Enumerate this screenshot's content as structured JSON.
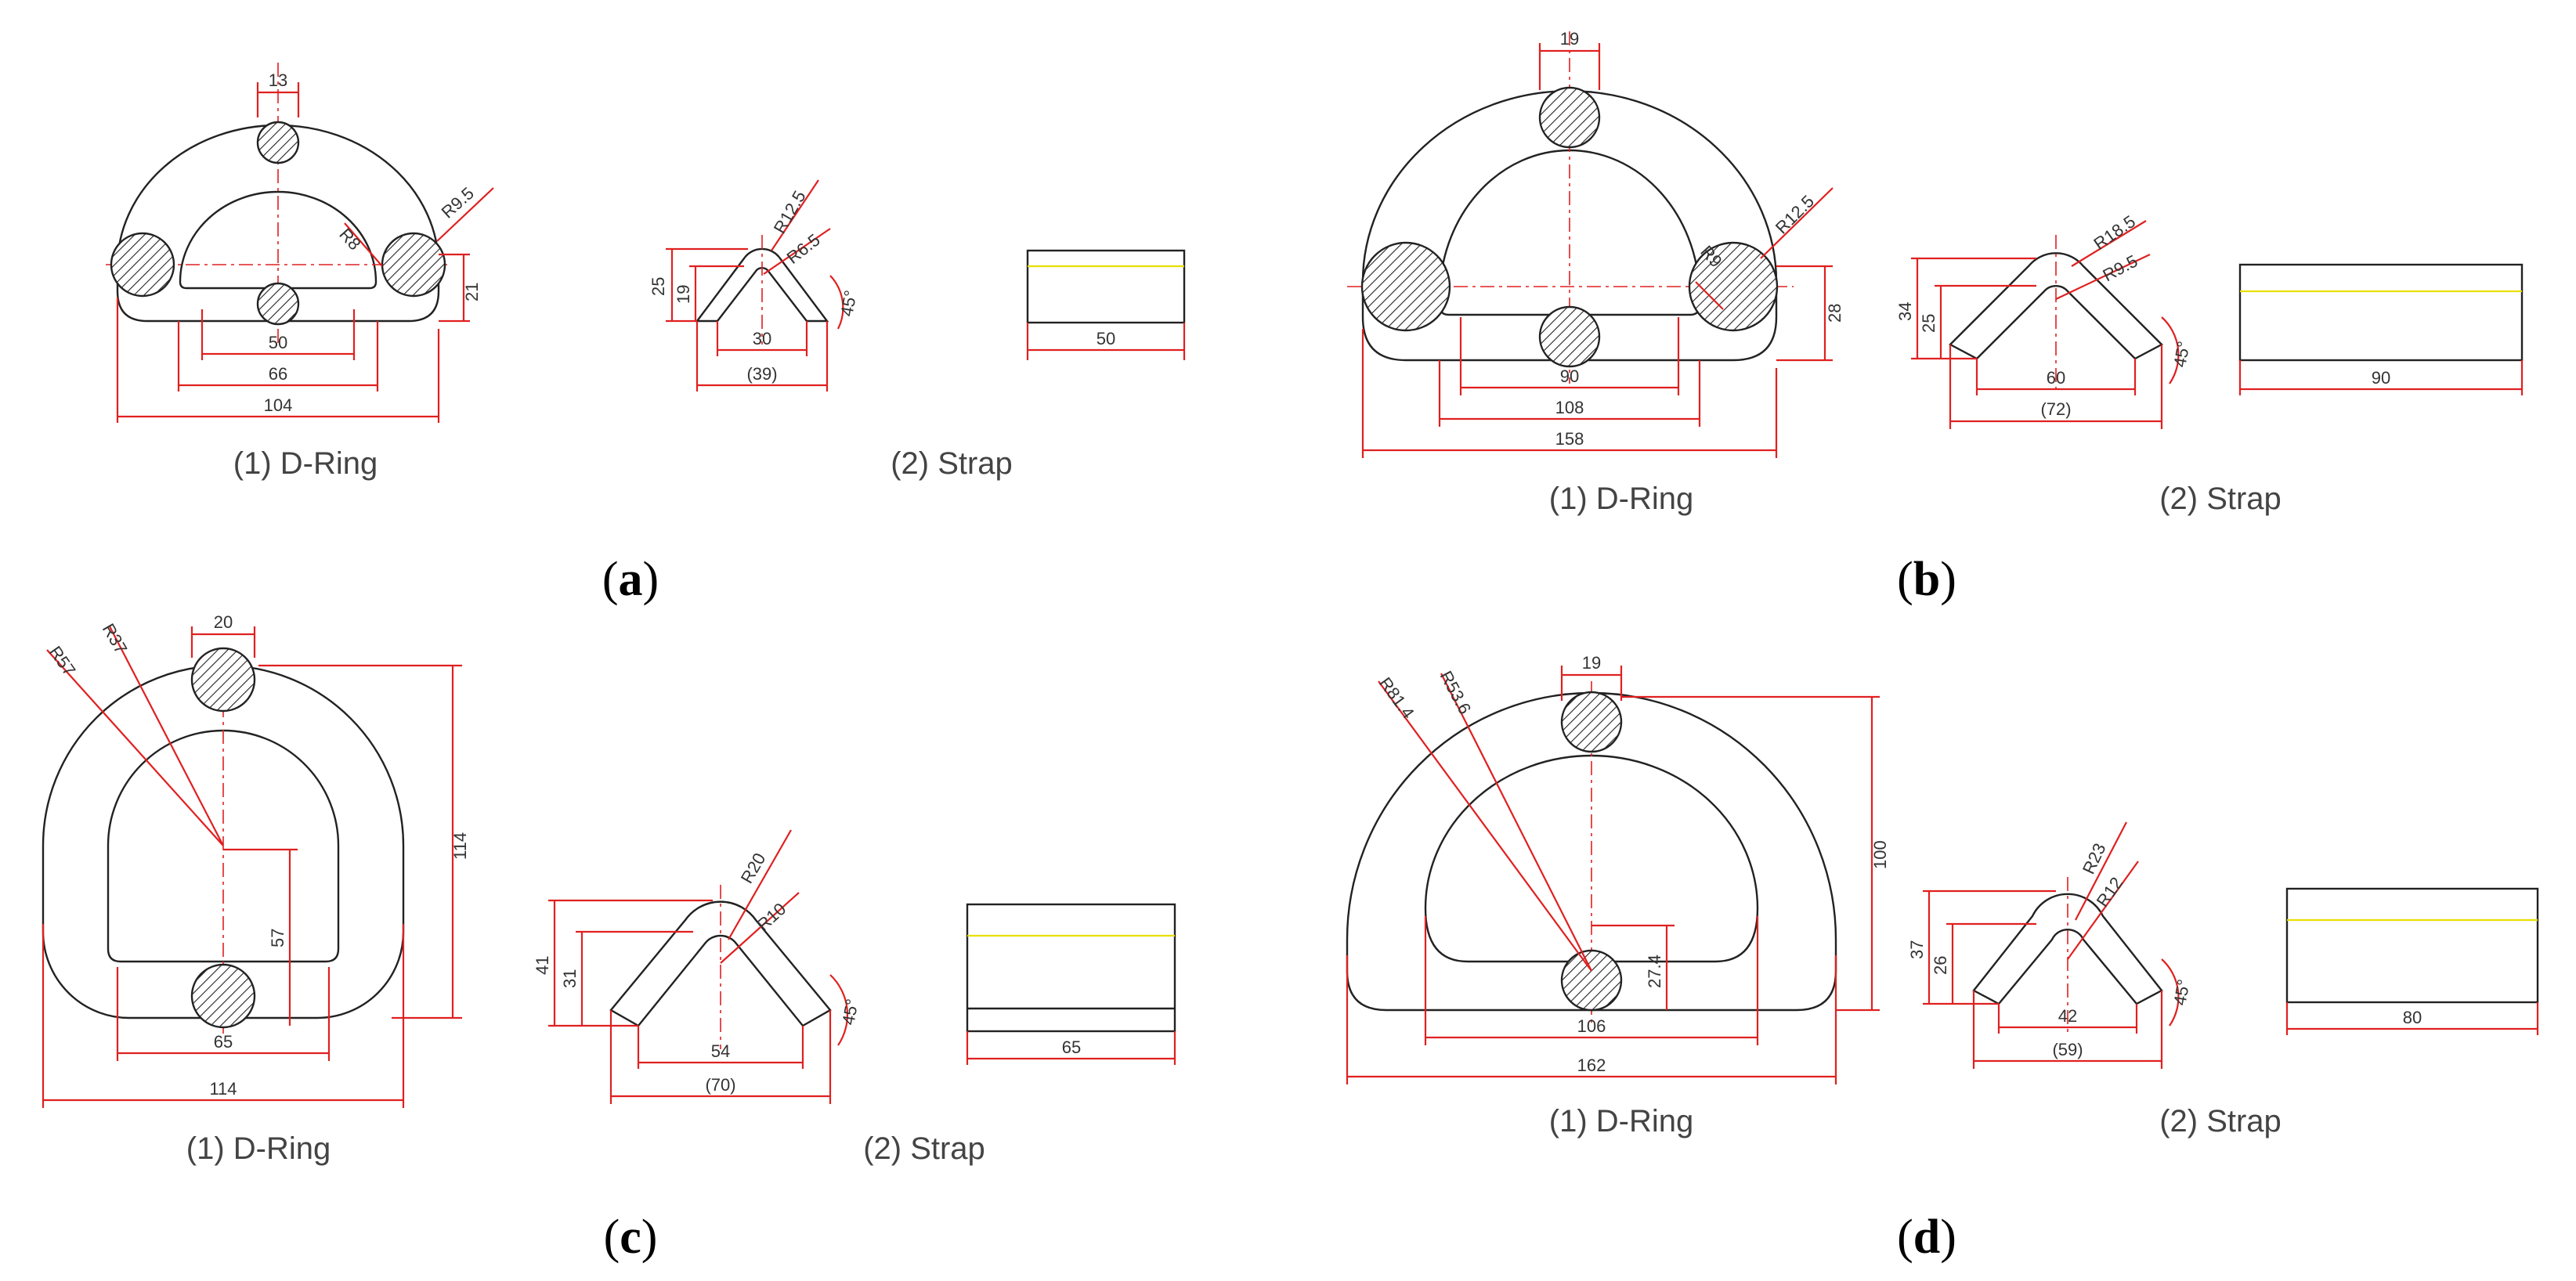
{
  "panels": [
    {
      "letter": "a",
      "dring": {
        "caption": "(1) D-Ring",
        "dims": {
          "rod": "13",
          "r_outer": "R9.5",
          "r_inner": "R8",
          "height": "21",
          "d1": "50",
          "d2": "66",
          "d3": "104"
        }
      },
      "strap": {
        "caption": "(2) Strap",
        "dims": {
          "h_outer": "25",
          "h_inner": "19",
          "r_outer": "R12.5",
          "r_inner": "R6.5",
          "angle": "45°",
          "w_inner": "30",
          "w_outer": "(39)",
          "length": "50"
        }
      }
    },
    {
      "letter": "b",
      "dring": {
        "caption": "(1) D-Ring",
        "dims": {
          "rod": "19",
          "r_outer": "R12.5",
          "r_inner": "R9",
          "height": "28",
          "d1": "90",
          "d2": "108",
          "d3": "158"
        }
      },
      "strap": {
        "caption": "(2) Strap",
        "dims": {
          "h_outer": "34",
          "h_inner": "25",
          "r_outer": "R18.5",
          "r_inner": "R9.5",
          "angle": "45°",
          "w_inner": "60",
          "w_outer": "(72)",
          "length": "90"
        }
      }
    },
    {
      "letter": "c",
      "dring": {
        "caption": "(1) D-Ring",
        "dims": {
          "rod": "20",
          "r_outer": "R57",
          "r_inner": "R37",
          "height": "114",
          "inner_h": "57",
          "d1": "65",
          "d3": "114"
        }
      },
      "strap": {
        "caption": "(2) Strap",
        "dims": {
          "h_outer": "41",
          "h_inner": "31",
          "r_outer": "R20",
          "r_inner": "R10",
          "angle": "45°",
          "w_inner": "54",
          "w_outer": "(70)",
          "length": "65"
        }
      }
    },
    {
      "letter": "d",
      "dring": {
        "caption": "(1) D-Ring",
        "dims": {
          "rod": "19",
          "r_outer": "R81.4",
          "r_inner": "R53.6",
          "height": "100",
          "inner_h": "27.4",
          "d1": "106",
          "d3": "162"
        }
      },
      "strap": {
        "caption": "(2) Strap",
        "dims": {
          "h_outer": "37",
          "h_inner": "26",
          "r_outer": "R23",
          "r_inner": "R12",
          "angle": "45°",
          "w_inner": "42",
          "w_outer": "(59)",
          "length": "80"
        }
      }
    }
  ],
  "colors": {
    "dimension": "#e02020",
    "outline": "#222222",
    "seam": "#e8e000"
  }
}
